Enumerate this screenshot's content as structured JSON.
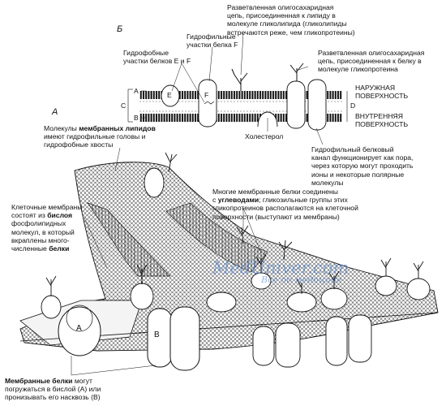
{
  "panels": {
    "a": "А",
    "b": "Б"
  },
  "top_labels": {
    "branched_lipid_1": "Разветвленная олигосахаридная",
    "branched_lipid_2": "цепь, присоединенная к липиду в",
    "branched_lipid_3": "молекуле гликолипида (гликолипиды",
    "branched_lipid_4": "встречаются реже, чем гликопротеины)",
    "hydrophilic_1": "Гидрофильные",
    "hydrophilic_2": "участки белка F",
    "hydrophobic_1": "Гидрофобные",
    "hydrophobic_2": "участки белков E и F",
    "branched_protein_1": "Разветвленная олигосахаридная",
    "branched_protein_2": "цепь, присоединенная к белку в",
    "branched_protein_3": "молекуле гликопротеина"
  },
  "membrane_letters": {
    "a": "А",
    "b": "В",
    "c": "C",
    "d": "D",
    "e": "E",
    "f": "F"
  },
  "surfaces": {
    "outer_1": "НАРУЖНАЯ",
    "outer_2": "ПОВЕРХНОСТЬ",
    "inner_1": "ВНУТРЕННЯЯ",
    "inner_2": "ПОВЕРХНОСТЬ"
  },
  "cholesterol": "Холестерол",
  "channel": {
    "l1": "Гидрофильный белковый",
    "l2": "канал функционирует как пора,",
    "l3": "через которую могут проходить",
    "l4": "ионы и некоторые полярные",
    "l5": "молекулы"
  },
  "lipids": {
    "l1_pre": "Молекулы ",
    "l1_bold": "мембранных липидов",
    "l2": "имеют гидрофильные головы и",
    "l3": "гидрофобные хвосты"
  },
  "carbs": {
    "l1": "Многие мембранные белки соединены",
    "l2_pre": "с ",
    "l2_bold": "углеводами",
    "l2_post": "; гликозильные группы этих",
    "l3": "гликопротеинов располагаются на клеточной",
    "l4": "поверхности (выступают из мембраны)"
  },
  "cell_membranes": {
    "l1": "Клеточные мембраны",
    "l2_pre": "состоят из ",
    "l2_bold": "бислоя",
    "l3": "фосфолипидных",
    "l4": "молекул, в который",
    "l5": "вкраплены много-",
    "l6_pre": "численные ",
    "l6_bold": "белки"
  },
  "proteins": {
    "l1_bold": "Мембранные белки",
    "l1_post": " могут",
    "l2": "погружаться в бислой (А) или",
    "l3": "пронизывать его насквозь (В)"
  },
  "protein_letters": {
    "a": "A",
    "b": "B"
  },
  "watermark": {
    "site": "MedUniver.com",
    "sub": "Все по медицине"
  }
}
